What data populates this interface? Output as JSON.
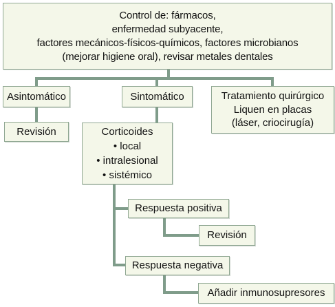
{
  "diagram": {
    "root": {
      "lines": [
        "Control de: fármacos,",
        "enfermedad subyacente,",
        "factores mecánicos-físicos-químicos, factores microbianos",
        "(mejorar higiene oral), revisar metales dentales"
      ]
    },
    "asintomatico": {
      "label": "Asintomático"
    },
    "sintomatico": {
      "label": "Sintomático"
    },
    "tratamiento": {
      "lines": [
        "Tratamiento quirúrgico",
        "Liquen en placas",
        "(láser, criocirugía)"
      ]
    },
    "revision_1": {
      "label": "Revisión"
    },
    "corticoides": {
      "lines": [
        "Corticoides",
        "• local",
        "• intralesional",
        "• sistémico"
      ]
    },
    "respuesta_positiva": {
      "label": "Respuesta positiva"
    },
    "revision_2": {
      "label": "Revisión"
    },
    "respuesta_negativa": {
      "label": "Respuesta negativa"
    },
    "inmunosupresores": {
      "label": "Añadir inmunosupresores"
    },
    "colors": {
      "connector": "#7f9c8a",
      "box_fill": "#f4f7e9",
      "box_border": "#8fa792"
    }
  }
}
